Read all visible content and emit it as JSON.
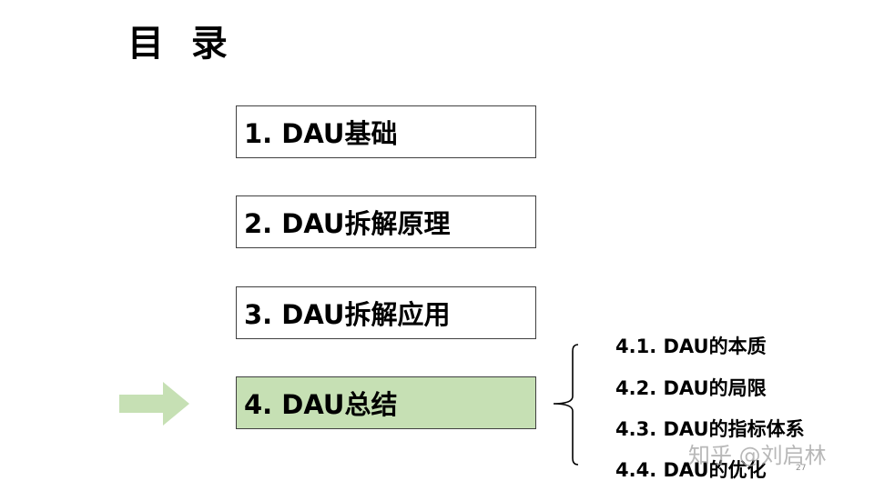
{
  "title": "目 录",
  "sections": [
    {
      "label": "1. DAU基础",
      "active": false
    },
    {
      "label": "2. DAU拆解原理",
      "active": false
    },
    {
      "label": "3. DAU拆解应用",
      "active": false
    },
    {
      "label": "4. DAU总结",
      "active": true
    }
  ],
  "subsections": [
    {
      "label": "4.1. DAU的本质"
    },
    {
      "label": "4.2. DAU的局限"
    },
    {
      "label": "4.3. DAU的指标体系"
    },
    {
      "label": "4.4. DAU的优化"
    }
  ],
  "colors": {
    "active_fill": "#c6e0b4",
    "arrow": "#c6e0b4",
    "border": "#404040"
  },
  "icons": {
    "current_section": "right-arrow-icon",
    "grouping": "curly-brace-icon"
  },
  "watermark": "知乎 @刘启林",
  "page_number": "27"
}
